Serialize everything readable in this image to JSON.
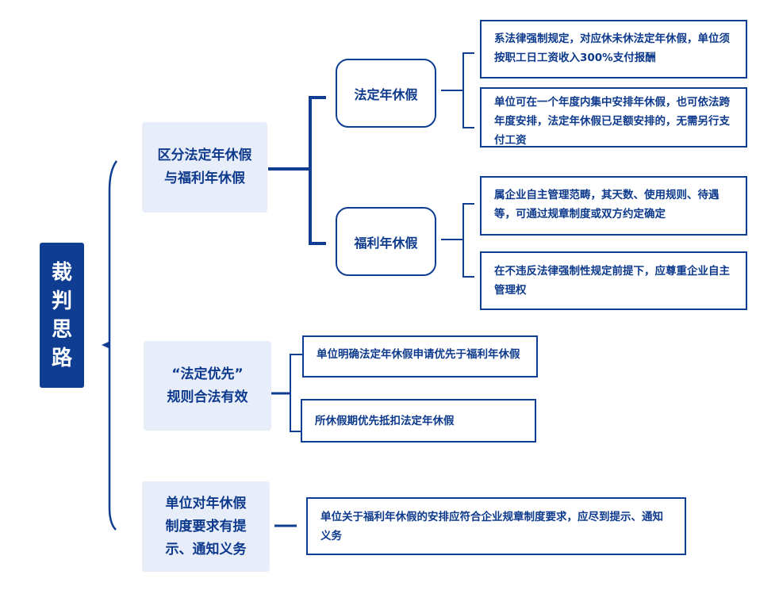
{
  "root": {
    "title_chars": [
      "裁",
      "判",
      "思",
      "路"
    ],
    "color": "#0e3d91"
  },
  "categories": [
    {
      "label_lines": [
        "区分法定年休假",
        "与福利年休假"
      ],
      "children": [
        {
          "label": "法定年休假",
          "leaves": [
            "系法律强制规定，对应休未休法定年休假，单位须按职工日工资收入300%支付报酬",
            "单位可在一个年度内集中安排年休假，也可依法跨年度安排，法定年休假已足额安排的，无需另行支付工资"
          ]
        },
        {
          "label": "福利年休假",
          "leaves": [
            "属企业自主管理范畴，其天数、使用规则、待遇等，可通过规章制度或双方约定确定",
            "在不违反法律强制性规定前提下，应尊重企业自主管理权"
          ]
        }
      ]
    },
    {
      "label_lines": [
        "“法定优先”",
        "规则合法有效"
      ],
      "leaves": [
        "单位明确法定年休假申请优先于福利年休假",
        "所休假期优先抵扣法定年休假"
      ]
    },
    {
      "label_lines": [
        "单位对年休假",
        "制度要求有提",
        "示、通知义务"
      ],
      "leaves": [
        "单位关于福利年休假的安排应符合企业规章制度要求，应尽到提示、通知义务"
      ]
    }
  ],
  "colors": {
    "primary": "#0e3d91",
    "category_bg": "#e8edfa",
    "text": "#0d3a8c"
  }
}
